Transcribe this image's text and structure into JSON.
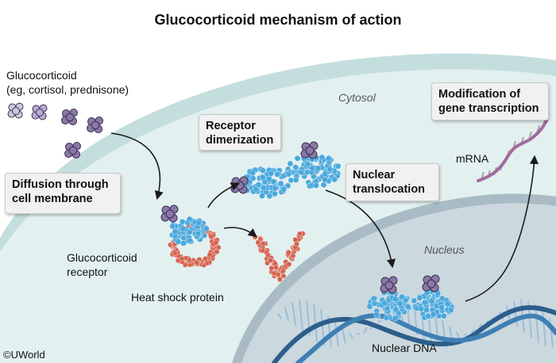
{
  "title": "Glucocorticoid mechanism of action",
  "ligand_label": "Glucocorticoid\n(eg, cortisol, prednisone)",
  "region_labels": {
    "cytosol": "Cytosol",
    "nucleus": "Nucleus"
  },
  "step_boxes": {
    "diffusion": "Diffusion through\ncell membrane",
    "dimerization": "Receptor\ndimerization",
    "translocation": "Nuclear\ntranslocation",
    "transcription": "Modification of\ngene transcription"
  },
  "structure_labels": {
    "receptor": "Glucocorticoid\nreceptor",
    "hsp": "Heat shock protein",
    "mrna": "mRNA",
    "dna": "Nuclear DNA"
  },
  "copyright": "©UWorld",
  "colors": {
    "cytosol": "#dfeeee",
    "cell_membrane": "#c4dede",
    "nucleus": "#c4d2d8",
    "nuclear_envelope": "#a9bcc5",
    "ligand": "#8a78a6",
    "receptor": "#4aa8dc",
    "heat_shock_protein": "#d4624e",
    "dna_strand": "#2c5e8c",
    "mrna": "#a06a9e",
    "arrow": "#1a1a1a"
  }
}
